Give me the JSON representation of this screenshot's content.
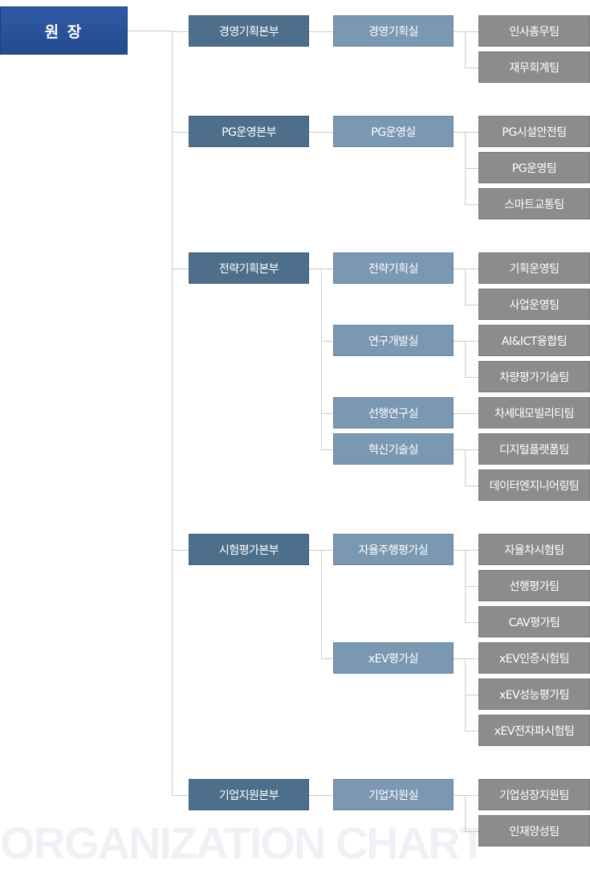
{
  "watermark": "ORGANIZATION CHART",
  "root": "원 장",
  "divisions": [
    {
      "label": "경영기획본부",
      "offices": [
        {
          "label": "경영기획실",
          "teams": [
            "인사총무팀",
            "재무회계팀"
          ]
        }
      ]
    },
    {
      "label": "PG운영본부",
      "offices": [
        {
          "label": "PG운영실",
          "teams": [
            "PG시설안전팀",
            "PG운영팀",
            "스마트교통팀"
          ]
        }
      ]
    },
    {
      "label": "전략기획본부",
      "offices": [
        {
          "label": "전략기획실",
          "teams": [
            "기획운영팀",
            "사업운영팀"
          ]
        },
        {
          "label": "연구개발실",
          "teams": [
            "AI&ICT융합팀",
            "차량평가기술팀"
          ]
        },
        {
          "label": "선행연구실",
          "teams": [
            "차세대모빌리티팀"
          ]
        },
        {
          "label": "혁신기술실",
          "teams": [
            "디지털플랫폼팀",
            "데이터엔지니어링팀"
          ]
        }
      ]
    },
    {
      "label": "시험평가본부",
      "offices": [
        {
          "label": "자율주행평가실",
          "teams": [
            "자율차시험팀",
            "선행평가팀",
            "CAV평가팀"
          ]
        },
        {
          "label": "xEV평가실",
          "teams": [
            "xEV인증시험팀",
            "xEV성능평가팀",
            "xEV전자파시험팀"
          ]
        }
      ]
    },
    {
      "label": "기업지원본부",
      "offices": [
        {
          "label": "기업지원실",
          "teams": [
            "기업성장지원팀",
            "인재양성팀"
          ]
        }
      ]
    }
  ]
}
